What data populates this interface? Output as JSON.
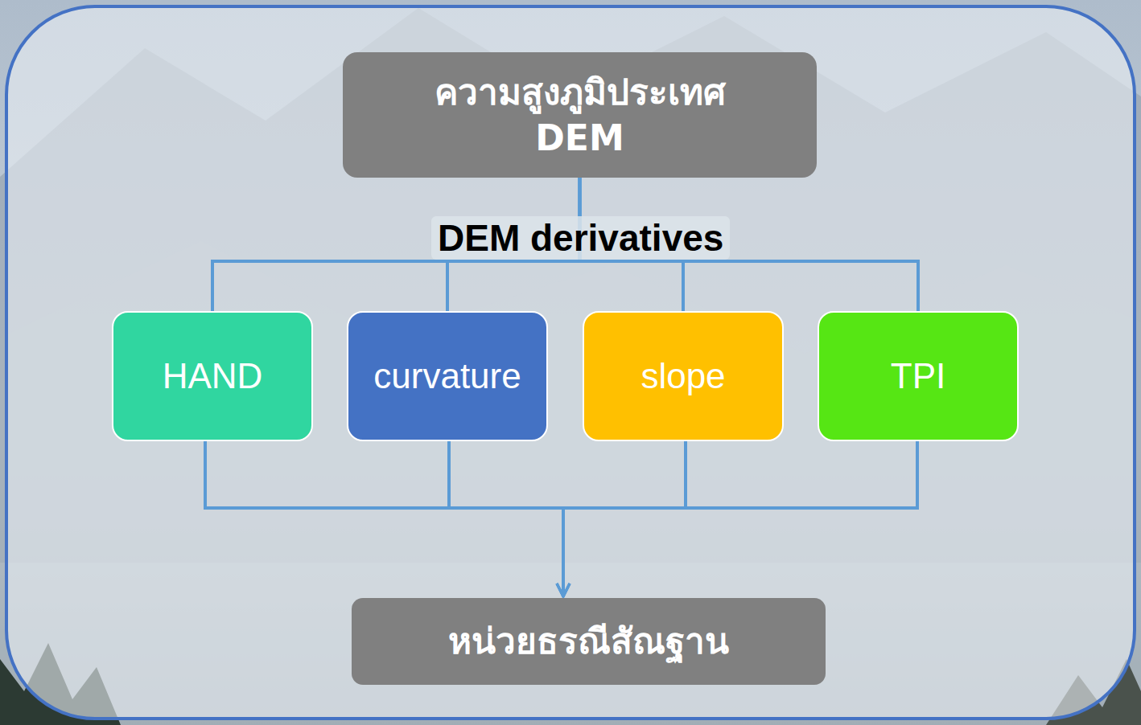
{
  "diagram": {
    "nodes": [
      {
        "text": [
          "ความสูงภูมิประเทศ",
          "DEM"
        ]
      },
      {
        "text": [
          "HAND"
        ]
      },
      {
        "text": [
          "curvature"
        ]
      },
      {
        "text": [
          "slope"
        ]
      },
      {
        "text": [
          "TPI"
        ]
      },
      {
        "text": [
          "หน่วยธรณีสัณฐาน"
        ]
      }
    ],
    "edges": [
      {
        "from": 0,
        "to": 1,
        "arrow": "none"
      },
      {
        "from": 0,
        "to": 2,
        "arrow": "none"
      },
      {
        "from": 0,
        "to": 3,
        "arrow": "none"
      },
      {
        "from": 0,
        "to": 4,
        "arrow": "none"
      },
      {
        "from": 1,
        "to": 5,
        "arrow": "to"
      },
      {
        "from": 2,
        "to": 5,
        "arrow": "to"
      },
      {
        "from": 3,
        "to": 5,
        "arrow": "to"
      },
      {
        "from": 4,
        "to": 5,
        "arrow": "to"
      }
    ],
    "labels": [
      "DEM derivatives"
    ]
  }
}
